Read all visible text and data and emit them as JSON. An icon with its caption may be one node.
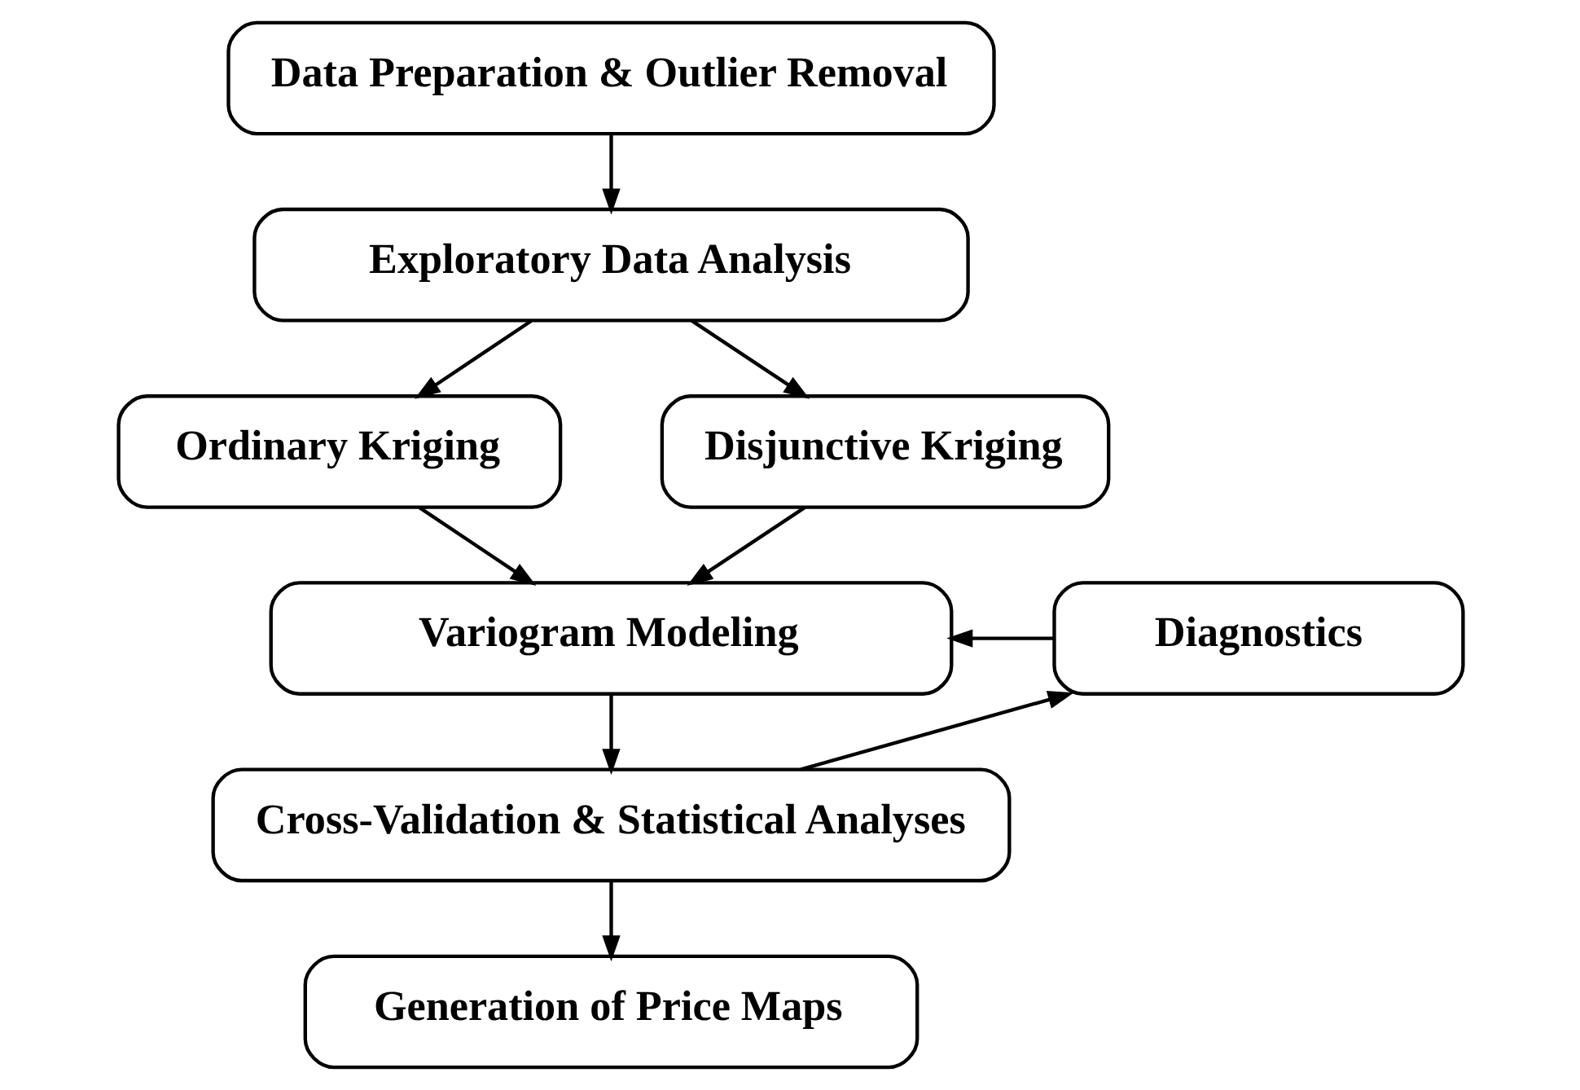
{
  "diagram": {
    "nodes": [
      {
        "text": [
          "Data Preparation & Outlier Removal"
        ]
      },
      {
        "text": [
          "Exploratory Data Analysis"
        ]
      },
      {
        "text": [
          "Ordinary Kriging"
        ]
      },
      {
        "text": [
          "Disjunctive Kriging"
        ]
      },
      {
        "text": [
          "Variogram Modeling"
        ]
      },
      {
        "text": [
          "Diagnostics"
        ]
      },
      {
        "text": [
          "Cross-Validation & Statistical Analyses"
        ]
      },
      {
        "text": [
          "Generation of Price Maps"
        ]
      }
    ],
    "edges": [
      {
        "from": 0,
        "to": 1,
        "arrow": "to"
      },
      {
        "from": 1,
        "to": 2,
        "arrow": "to"
      },
      {
        "from": 1,
        "to": 3,
        "arrow": "to"
      },
      {
        "from": 2,
        "to": 4,
        "arrow": "to"
      },
      {
        "from": 3,
        "to": 4,
        "arrow": "to"
      },
      {
        "from": 4,
        "to": 6,
        "arrow": "to"
      },
      {
        "from": 6,
        "to": 5,
        "arrow": "to"
      },
      {
        "from": 5,
        "to": 4,
        "arrow": "to"
      },
      {
        "from": 6,
        "to": 7,
        "arrow": "to"
      }
    ]
  }
}
